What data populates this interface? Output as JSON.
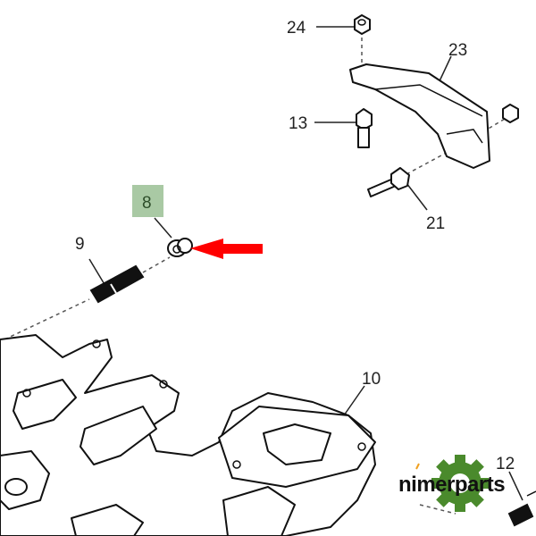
{
  "diagram": {
    "callouts": [
      "24",
      "23",
      "13",
      "21",
      "8",
      "9",
      "10",
      "12"
    ],
    "highlighted_callout": "8",
    "highlight_color": "#a9c9a4",
    "arrow_color": "#ff0000",
    "pointer_target": "8"
  },
  "logo": {
    "text": "nimerparts",
    "gear_color": "#4a8a2c",
    "accent_color": "#f0a020"
  }
}
